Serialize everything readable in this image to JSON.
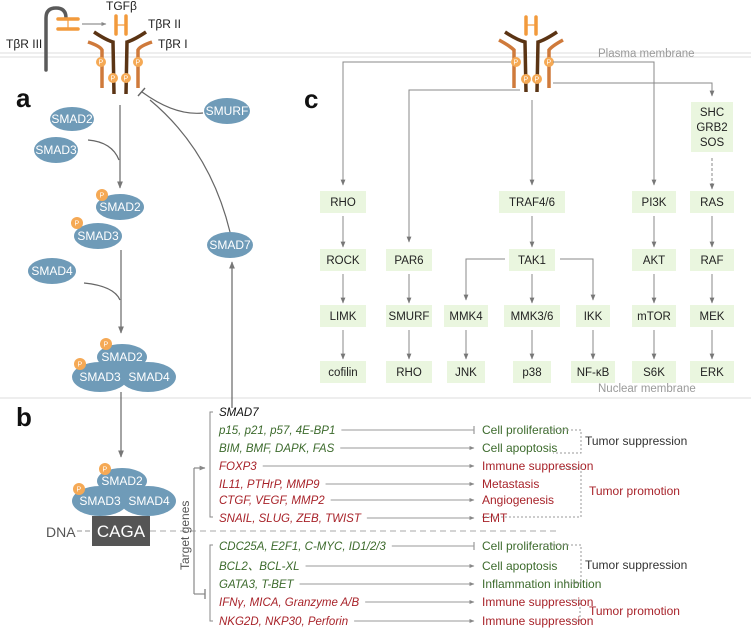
{
  "colors": {
    "smad": "#6f9bb8",
    "phospho": "#f5a955",
    "ligand": "#f29a3c",
    "receptor_dark": "#5b3414",
    "receptor_light": "#cf7a3b",
    "tbr3": "#555555",
    "node_fill": "#eaf6df",
    "green_text": "#3d6b2d",
    "red_text": "#a8232a",
    "arrow": "#777777",
    "membrane": "#e6e6e6"
  },
  "membranes": {
    "plasma": "Plasma membrane",
    "nuclear": "Nuclear membrane"
  },
  "panel_a": {
    "label": "a",
    "receptor_labels": {
      "tgfb": "TGFβ",
      "tbr2": "TβR II",
      "tbr1": "TβR I",
      "tbr3": "TβR III"
    },
    "phospho_label": "P",
    "smads": {
      "smad2": "SMAD2",
      "smad3": "SMAD3",
      "smad4": "SMAD4",
      "smad7": "SMAD7",
      "smurf": "SMURF"
    }
  },
  "panel_b": {
    "label": "b",
    "dna_label": "DNA",
    "caga_label": "CAGA",
    "target_genes_label": "Target  genes",
    "activated": [
      {
        "genes": "SMAD7",
        "color": "black",
        "effect": "",
        "arrow": "none"
      },
      {
        "genes": "p15, p21, p57, 4E-BP1",
        "color": "green",
        "effect": "Cell proliferation",
        "arrow": "inhibit"
      },
      {
        "genes": "BIM, BMF, DAPK, FAS",
        "color": "green",
        "effect": "Cell apoptosis",
        "arrow": "activate"
      },
      {
        "genes": "FOXP3",
        "color": "red",
        "effect": "Immune suppression",
        "arrow": "activate"
      },
      {
        "genes": "IL11, PTHrP, MMP9",
        "color": "red",
        "effect": "Metastasis",
        "arrow": "activate"
      },
      {
        "genes": "CTGF, VEGF, MMP2",
        "color": "red",
        "effect": "Angiogenesis",
        "arrow": "activate"
      },
      {
        "genes": "SNAIL, SLUG, ZEB, TWIST",
        "color": "red",
        "effect": "EMT",
        "arrow": "activate"
      }
    ],
    "repressed": [
      {
        "genes": "CDC25A, E2F1, C-MYC, ID1/2/3",
        "color": "green",
        "effect": "Cell proliferation",
        "arrow": "inhibit"
      },
      {
        "genes": "BCL2、BCL-XL",
        "color": "green",
        "effect": "Cell apoptosis",
        "arrow": "activate"
      },
      {
        "genes": "GATA3, T-BET",
        "color": "green",
        "effect": "Inflammation inhibition",
        "arrow": "activate"
      },
      {
        "genes": "IFNγ, MICA, Granzyme A/B",
        "color": "red",
        "effect": "Immune suppression",
        "arrow": "activate"
      },
      {
        "genes": "NKG2D, NKP30, Perforin",
        "color": "red",
        "effect": "Immune suppression",
        "arrow": "activate"
      }
    ],
    "outcomes": {
      "suppression_top": "Tumor suppression",
      "promotion_top": "Tumor promotion",
      "suppression_bottom": "Tumor suppression",
      "promotion_bottom": "Tumor promotion"
    }
  },
  "panel_c": {
    "label": "c",
    "columns": [
      {
        "name": "rho",
        "nodes": [
          "RHO",
          "ROCK",
          "LIMK",
          "cofilin"
        ]
      },
      {
        "name": "par6",
        "nodes": [
          "PAR6",
          "SMURF",
          "RHO"
        ]
      },
      {
        "name": "traf",
        "nodes": [
          "TRAF4/6",
          "TAK1"
        ]
      },
      {
        "name": "mmk4",
        "nodes": [
          "MMK4",
          "JNK"
        ]
      },
      {
        "name": "mmk36",
        "nodes": [
          "MMK3/6",
          "p38"
        ]
      },
      {
        "name": "ikk",
        "nodes": [
          "IKK",
          "NF-κB"
        ]
      },
      {
        "name": "pi3k",
        "nodes": [
          "PI3K",
          "AKT",
          "mTOR",
          "S6K"
        ]
      },
      {
        "name": "ras",
        "nodes": [
          "SHC",
          "GRB2",
          "SOS",
          "RAS",
          "RAF",
          "MEK",
          "ERK"
        ]
      }
    ]
  }
}
